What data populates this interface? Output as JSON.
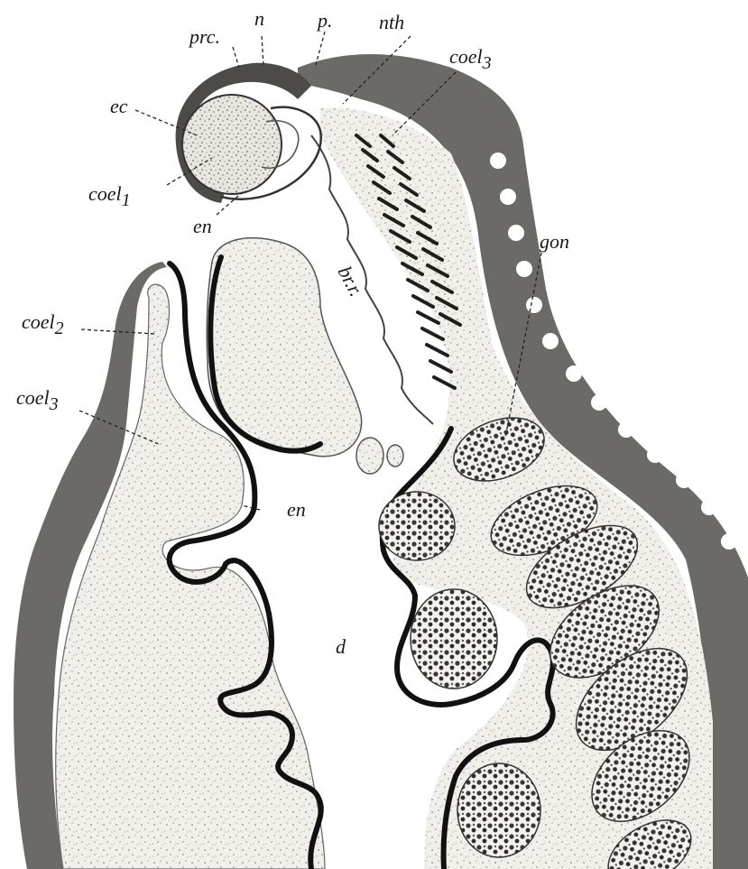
{
  "figure": {
    "labels": {
      "prc": "prc.",
      "n": "n",
      "p": "p.",
      "nth": "nth",
      "coel3_top_base": "coel",
      "coel3_top_sub": "3",
      "ec": "ec",
      "coel1_base": "coel",
      "coel1_sub": "1",
      "en_top": "en",
      "brr": "br.r.",
      "gon": "gon",
      "coel2_base": "coel",
      "coel2_sub": "2",
      "coel3_left_base": "coel",
      "coel3_left_sub": "3",
      "en_mid": "en",
      "d": "d"
    }
  }
}
